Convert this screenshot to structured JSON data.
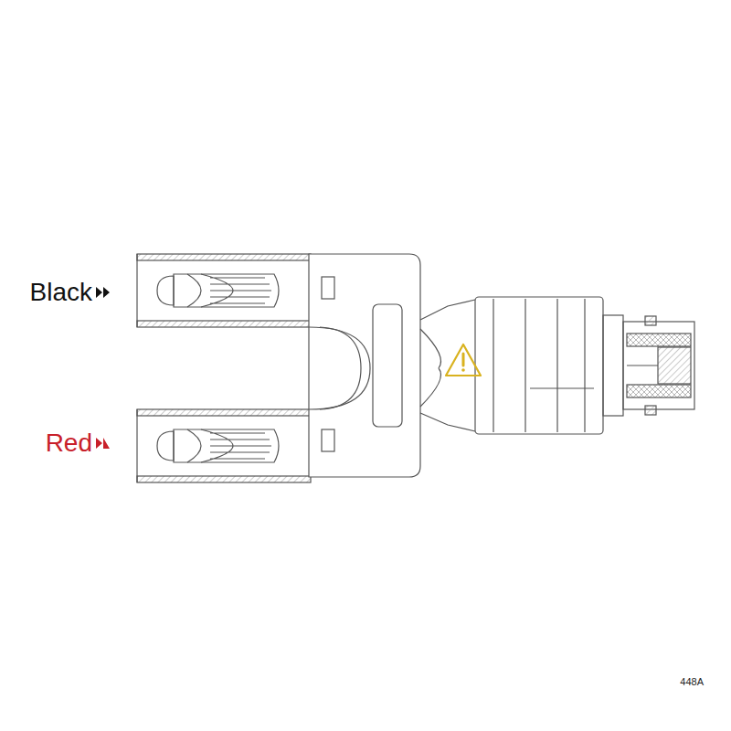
{
  "diagram": {
    "labels": [
      "Black",
      "Red",
      "448A"
    ]
  }
}
